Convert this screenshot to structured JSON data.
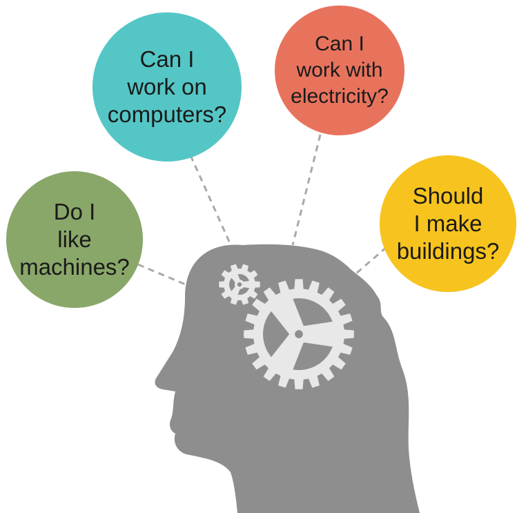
{
  "colors": {
    "head": "#8e8e8e",
    "gear": "#e8e8e8",
    "connector": "#a9a9a9",
    "machines": "#8aa76a",
    "computers": "#55c6c6",
    "electricity": "#e8735d",
    "buildings": "#f7c31e"
  },
  "questions": {
    "machines": "Do I\nlike\nmachines?",
    "computers": "Can I\nwork on\ncomputers?",
    "electricity": "Can I\nwork with\nelectricity?",
    "buildings": "Should\nI make\nbuildings?"
  }
}
